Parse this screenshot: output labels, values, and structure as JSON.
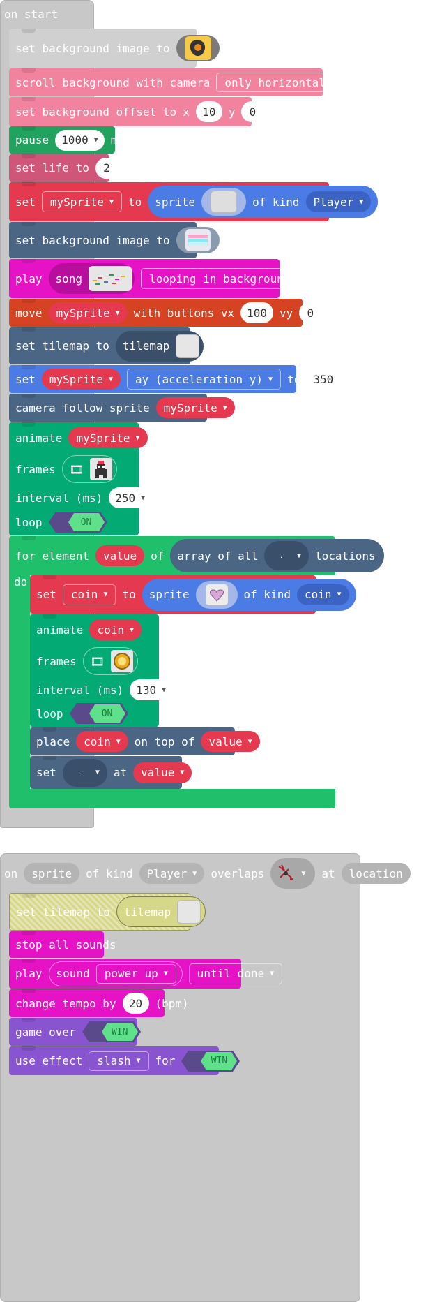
{
  "script1": {
    "hat_label": "on start",
    "set_bg_image": "set background image to",
    "scroll_bg": {
      "text": "scroll background with camera",
      "option": "only horizontally"
    },
    "bg_offset": {
      "text": "set background offset to",
      "x_label": "x",
      "x": "10",
      "y_label": "y",
      "y": "0"
    },
    "pause": {
      "text": "pause",
      "value": "1000",
      "unit": "ms"
    },
    "set_life": {
      "text": "set life to",
      "value": "2"
    },
    "set_sprite": {
      "set": "set",
      "var": "mySprite",
      "to": "to",
      "sprite": "sprite",
      "of_kind": "of kind",
      "kind": "Player"
    },
    "set_bg_image2": "set background image to",
    "play_song": {
      "play": "play",
      "song": "song",
      "mode": "looping in background"
    },
    "move": {
      "text": "move",
      "var": "mySprite",
      "with": "with buttons vx",
      "vx": "100",
      "vy_label": "vy",
      "vy": "0"
    },
    "set_tilemap": {
      "text": "set tilemap to",
      "tilemap": "tilemap"
    },
    "set_ay": {
      "set": "set",
      "var": "mySprite",
      "prop": "ay (acceleration y)",
      "to": "to",
      "value": "350"
    },
    "camera": {
      "text": "camera follow sprite",
      "var": "mySprite"
    },
    "animate": {
      "animate": "animate",
      "var": "mySprite",
      "frames": "frames",
      "interval": "interval (ms)",
      "interval_value": "250",
      "loop": "loop",
      "loop_state": "ON"
    },
    "for_each": {
      "for": "for element",
      "var": "value",
      "of": "of",
      "array": "array of all",
      "locations": "locations",
      "do": "do"
    },
    "set_coin": {
      "set": "set",
      "var": "coin",
      "to": "to",
      "sprite": "sprite",
      "of_kind": "of kind",
      "kind": "coin"
    },
    "animate_coin": {
      "animate": "animate",
      "var": "coin",
      "frames": "frames",
      "interval": "interval (ms)",
      "interval_value": "130",
      "loop": "loop",
      "loop_state": "ON"
    },
    "place": {
      "text": "place",
      "var": "coin",
      "on_top": "on top of",
      "target": "value"
    },
    "set_tile": {
      "set": "set",
      "at": "at",
      "target": "value"
    }
  },
  "script2": {
    "on": "on",
    "sprite": "sprite",
    "of_kind": "of kind",
    "kind": "Player",
    "overlaps": "overlaps",
    "at": "at",
    "location": "location",
    "set_tilemap": {
      "text": "set tilemap to",
      "tilemap": "tilemap"
    },
    "stop_sounds": "stop all sounds",
    "play_sound": {
      "play": "play",
      "sound": "sound",
      "name": "power up",
      "mode": "until done"
    },
    "tempo": {
      "text": "change tempo by",
      "value": "20",
      "unit": "(bpm)"
    },
    "game_over": {
      "text": "game over",
      "state": "WIN"
    },
    "effect": {
      "text": "use effect",
      "name": "slash",
      "for": "for",
      "state": "WIN"
    }
  },
  "colors": {
    "hat": "#c8c8c8",
    "scene_pink": "#f2839f",
    "loops_green": "#21a35f",
    "info_pink": "#d05679",
    "variables_red": "#e5394f",
    "sprites_blue": "#4b7be5",
    "scene_slate": "#4b6584",
    "music_magenta": "#e612c5",
    "controller_orange": "#d54322",
    "animation_green": "#03aa74",
    "loops_bright": "#20bf6b",
    "game_purple": "#8854d0"
  }
}
